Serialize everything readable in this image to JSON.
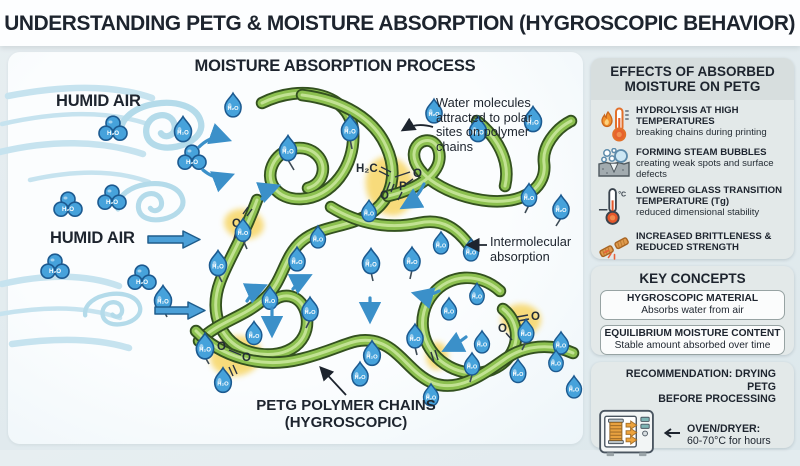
{
  "title": "UNDERSTANDING PETG & MOISTURE ABSORPTION (HYGROSCOPIC BEHAVIOR)",
  "diagram": {
    "heading": "MOISTURE ABSORPTION PROCESS",
    "humid_air_label_1": "HUMID AIR",
    "humid_air_label_2": "HUMID AIR",
    "droplet_label": "H₂O",
    "annotation_polar": "Water molecules attracted to polar sites on polymer chains",
    "annotation_intermolecular": "Intermolecular absorption",
    "caption_line1": "PETG POLYMER CHAINS",
    "caption_line2": "(HYGROSCOPIC)",
    "chem": {
      "h2c": "H₂C",
      "p": "P",
      "o": "O"
    }
  },
  "sidebar": {
    "effects": {
      "title": "EFFECTS OF ABSORBED MOISTURE ON PETG",
      "items": [
        {
          "icon": "flame-thermometer-icon",
          "title": "HYDROLYSIS AT HIGH TEMPERATURES",
          "desc": "breaking chains during printing"
        },
        {
          "icon": "steam-bubbles-icon",
          "title": "FORMING STEAM BUBBLES",
          "desc": "creating weak spots and surface defects"
        },
        {
          "icon": "thermometer-celsius-icon",
          "icon_label": "°C",
          "title": "LOWERED GLASS TRANSITION TEMPERATURE (Tg)",
          "desc": "reduced dimensional stability"
        },
        {
          "icon": "broken-filament-icon",
          "title": "INCREASED BRITTLENESS & REDUCED STRENGTH",
          "desc": ""
        }
      ]
    },
    "key_concepts": {
      "title": "KEY CONCEPTS",
      "cards": [
        {
          "title": "HYGROSCOPIC MATERIAL",
          "desc": "Absorbs water from air"
        },
        {
          "title": "EQUILIBRIUM MOISTURE CONTENT",
          "desc": "Stable amount absorbed over time"
        }
      ]
    },
    "recommendation": {
      "title_line1": "RECOMMENDATION: DRYING PETG",
      "title_line2": "BEFORE PROCESSING",
      "device_icon": "filament-dryer-oven-icon",
      "device_title": "OVEN/DRYER:",
      "device_desc": "60-70°C for hours"
    }
  },
  "colors": {
    "chain_green": "#8cc04f",
    "droplet_blue": "#46a2db",
    "polar_site_yellow": "#f7d45f",
    "arrow_blue": "#4ba0d8",
    "text_dark": "#1d242e"
  }
}
